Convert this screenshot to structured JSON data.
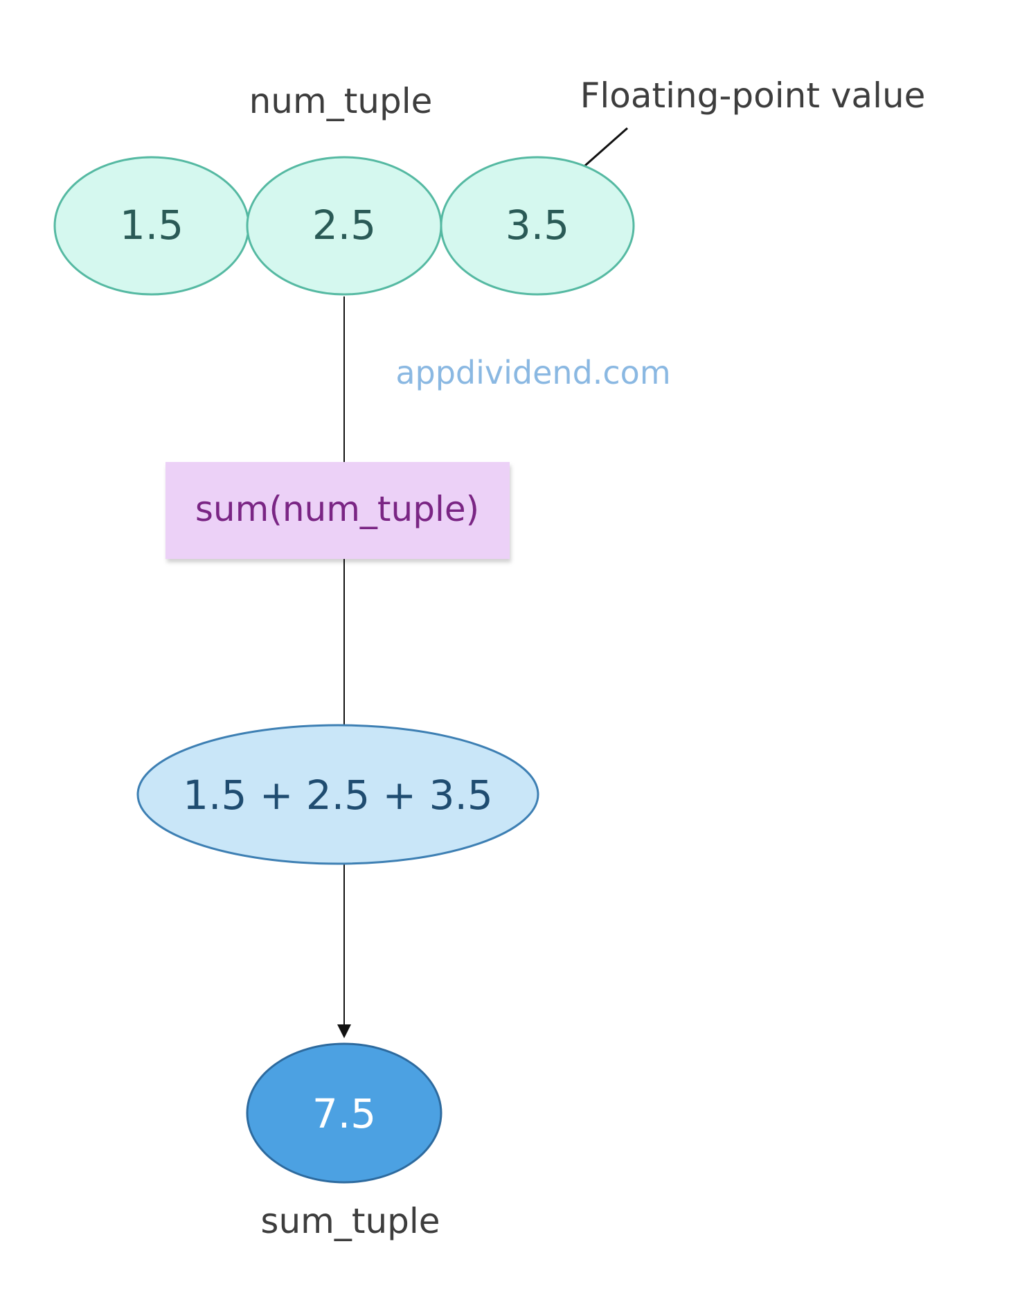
{
  "diagram": {
    "tuple_label": "num_tuple",
    "annotation": "Floating-point value",
    "tuple_items": [
      "1.5",
      "2.5",
      "3.5"
    ],
    "watermark": "appdividend.com",
    "function_call": "sum(num_tuple)",
    "expression": "1.5 + 2.5 + 3.5",
    "result": "7.5",
    "result_label": "sum_tuple"
  },
  "colors": {
    "tuple_fill": "#d5f8ef",
    "tuple_stroke": "#55b9a2",
    "tuple_text": "#2a5a56",
    "function_fill": "#ecd1f7",
    "function_text": "#7a2584",
    "expression_fill": "#c9e6f8",
    "expression_stroke": "#3d7fb3",
    "expression_text": "#1f4c70",
    "result_fill": "#4ca1e2",
    "result_stroke": "#2d6a9e",
    "result_text": "#ffffff",
    "label_text": "#3d3d3d",
    "watermark_text": "#8ab8e2",
    "connector": "#111111"
  }
}
